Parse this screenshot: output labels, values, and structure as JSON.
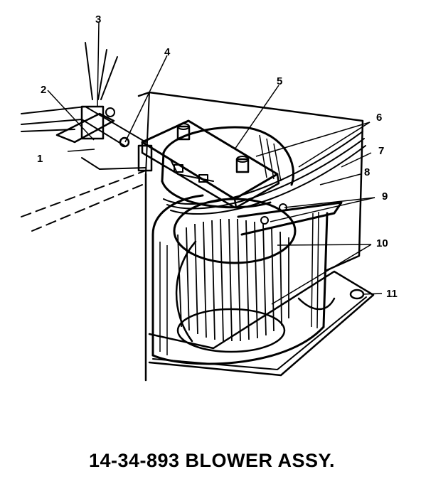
{
  "diagram": {
    "title": "14-34-893 BLOWER ASSY.",
    "callouts": [
      "1",
      "2",
      "3",
      "4",
      "5",
      "6",
      "7",
      "8",
      "9",
      "10",
      "11"
    ]
  }
}
